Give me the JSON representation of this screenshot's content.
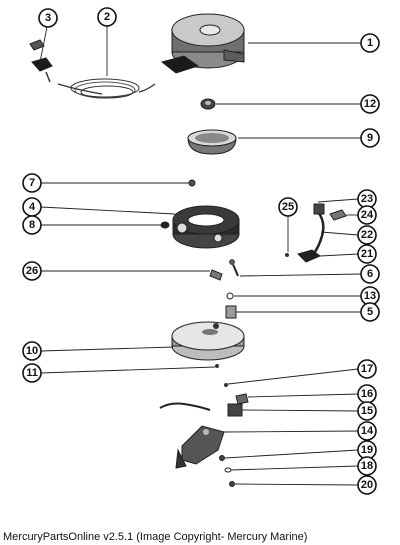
{
  "callouts": {
    "c1": "1",
    "c2": "2",
    "c3": "3",
    "c4": "4",
    "c5": "5",
    "c6": "6",
    "c7": "7",
    "c8": "8",
    "c9": "9",
    "c10": "10",
    "c11": "11",
    "c12": "12",
    "c13": "13",
    "c14": "14",
    "c15": "15",
    "c16": "16",
    "c17": "17",
    "c18": "18",
    "c19": "19",
    "c20": "20",
    "c21": "21",
    "c22": "22",
    "c23": "23",
    "c24": "24",
    "c25": "25",
    "c26": "26"
  },
  "caption": "MercuryPartsOnline v2.5.1 (Image Copyright- Mercury Marine)"
}
